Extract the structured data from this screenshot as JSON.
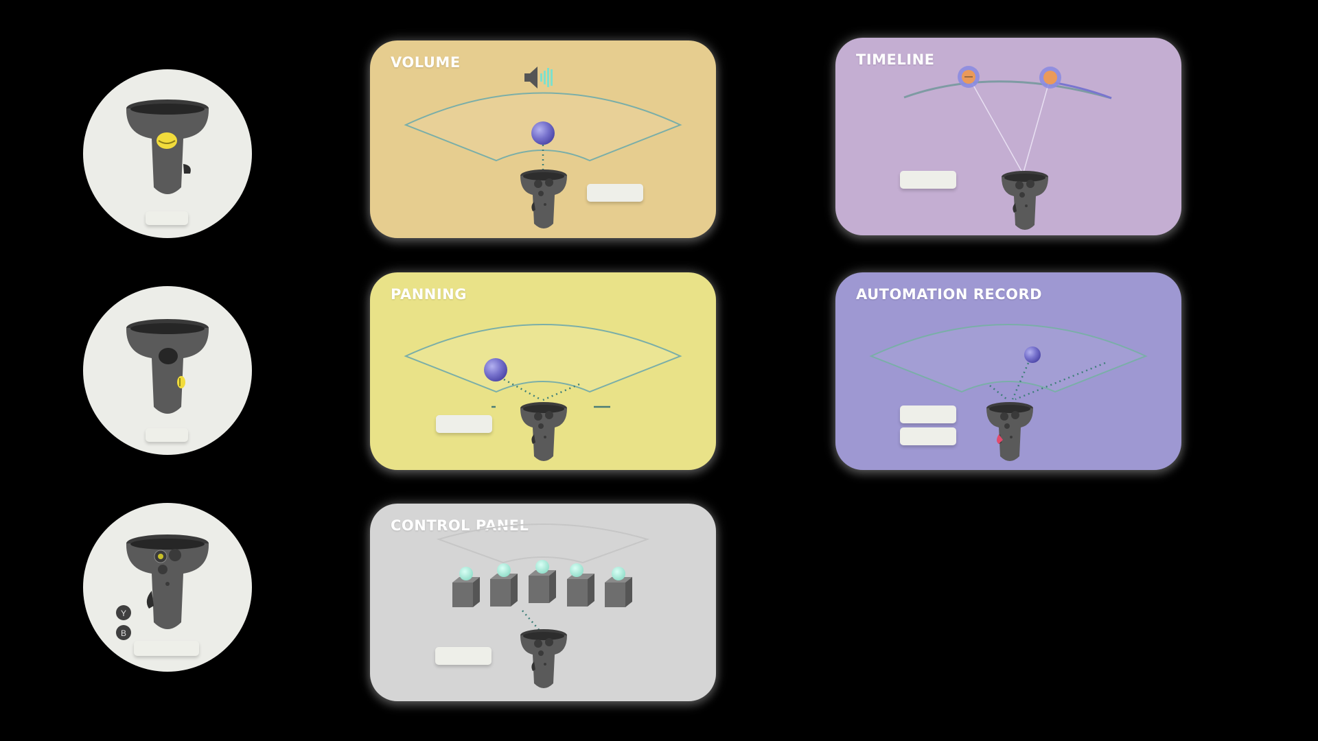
{
  "colors": {
    "background": "#000000",
    "circle_bg": "#ecede8",
    "volume_card": "#e6cd8f",
    "panning_card": "#e9e288",
    "control_panel_card": "#d5d5d5",
    "timeline_card": "#c4aed2",
    "automation_card": "#9e98d2",
    "controller_body": "#5b5b5b",
    "trigger_highlight": "#f2dc3c",
    "sphere": "#7b78d0",
    "knob": "#9fe3d2"
  },
  "controllers": [
    {
      "id": "trigger",
      "icon": "vr-controller-trigger-icon"
    },
    {
      "id": "grip",
      "icon": "vr-controller-grip-icon"
    },
    {
      "id": "buttons",
      "icon": "vr-controller-buttons-icon",
      "button_labels": [
        "Y",
        "B"
      ]
    }
  ],
  "cards": {
    "volume": {
      "title": "VOLUME",
      "icon": "speaker-volume-icon"
    },
    "panning": {
      "title": "PANNING"
    },
    "control_panel": {
      "title": "CONTROL PANEL"
    },
    "timeline": {
      "title": "TIMELINE"
    },
    "automation": {
      "title": "AUTOMATION RECORD"
    }
  }
}
